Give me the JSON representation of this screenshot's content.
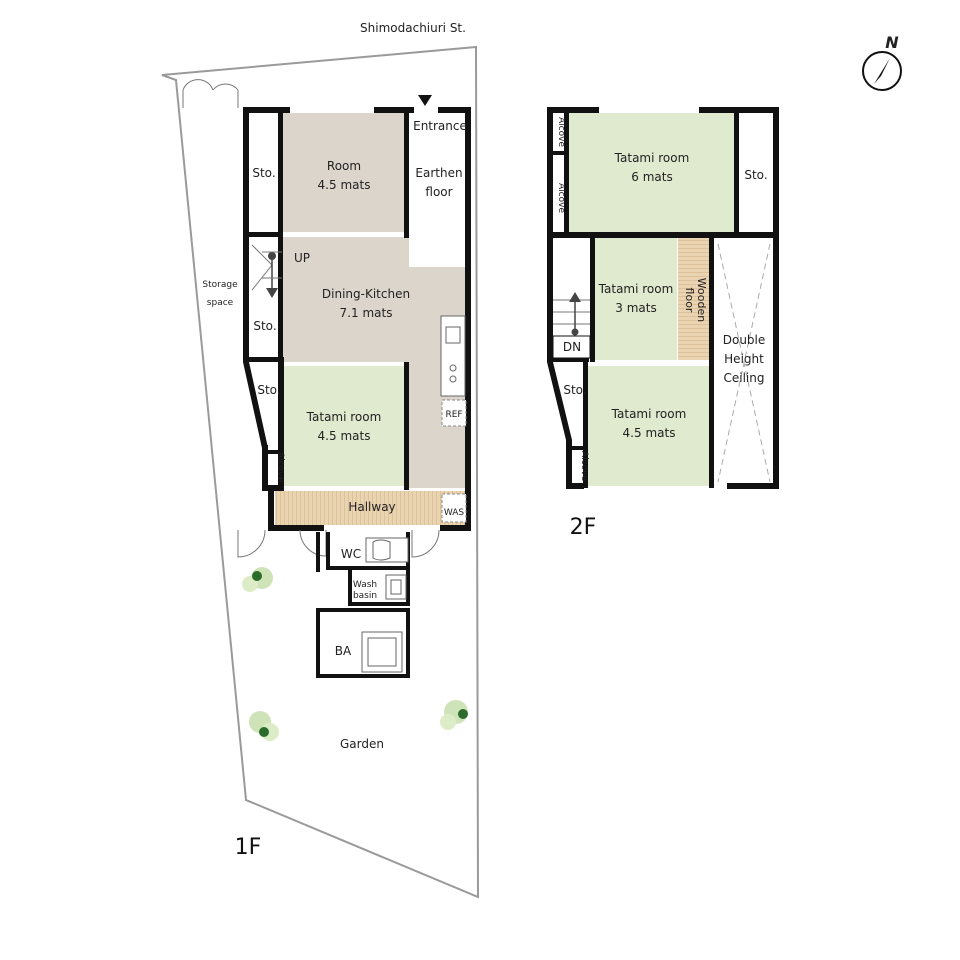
{
  "street": "Shimodachiuri St.",
  "compass": {
    "label": "N"
  },
  "floor1": {
    "label": "1F",
    "rooms": {
      "storage": "Sto.",
      "room": {
        "name": "Room",
        "size": "4.5 mats"
      },
      "entrance": "Entrance",
      "earthen_floor": [
        "Earthen",
        "floor"
      ],
      "up": "UP",
      "storage_space": [
        "Storage",
        "space"
      ],
      "storage_2": "Sto.",
      "dining_kitchen": {
        "name": "Dining-Kitchen",
        "size": "7.1 mats"
      },
      "storage_3": "Sto.",
      "tatami": {
        "name": "Tatami room",
        "size": "4.5 mats"
      },
      "alcove": "Alcove",
      "ref": "REF",
      "hallway": "Hallway",
      "was": "WAS",
      "wc": "WC",
      "wash_basin": [
        "Wash",
        "basin"
      ],
      "ba": "BA",
      "garden": "Garden"
    }
  },
  "floor2": {
    "label": "2F",
    "rooms": {
      "alcove_1": "Alcove",
      "alcove_2": "Alcove",
      "tatami_6": {
        "name": "Tatami room",
        "size": "6 mats"
      },
      "storage": "Sto.",
      "tatami_3": {
        "name": "Tatami room",
        "size": "3 mats"
      },
      "wooden_floor": [
        "Wooden",
        "floor"
      ],
      "dn": "DN",
      "double_height": [
        "Double",
        "Height",
        "Ceiling"
      ],
      "storage_2": "Sto.",
      "tatami_45": {
        "name": "Tatami room",
        "size": "4.5 mats"
      },
      "alcove_3": "Alcove"
    }
  },
  "colors": {
    "room_beige": "#dcd5cc",
    "tatami_green": "#e0eacf",
    "wood_floor": "#e8d2b0",
    "wall": "#111111",
    "lot_line": "#9a9a9a"
  }
}
